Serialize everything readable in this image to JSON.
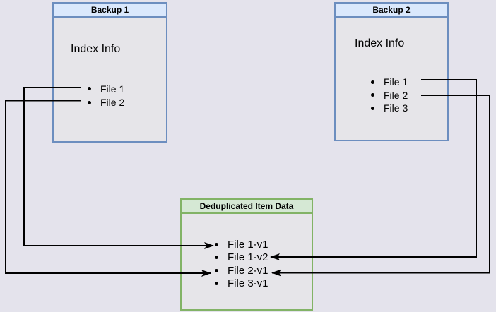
{
  "canvas": {
    "background": "#e4e3ec",
    "box_body_fill": "#e6e5e9",
    "connector_color": "#000000"
  },
  "boxes": {
    "backup1": {
      "title": "Backup 1",
      "subtitle": "Index Info",
      "items": [
        "File 1",
        "File 2"
      ],
      "header_fill": "#dae8fc",
      "border_color": "#6c8ebf"
    },
    "backup2": {
      "title": "Backup 2",
      "subtitle": "Index Info",
      "items": [
        "File 1",
        "File 2",
        "File 3"
      ],
      "header_fill": "#dae8fc",
      "border_color": "#6c8ebf"
    },
    "dedup": {
      "title": "Deduplicated Item Data",
      "items": [
        "File 1-v1",
        "File 1-v2",
        "File 2-v1",
        "File 3-v1"
      ],
      "header_fill": "#d5e8d4",
      "border_color": "#82b366"
    }
  },
  "connections": [
    {
      "from": "Backup 1 / File 1",
      "to": "Deduplicated Item Data / File 1-v1"
    },
    {
      "from": "Backup 1 / File 2",
      "to": "Deduplicated Item Data / File 2-v1"
    },
    {
      "from": "Backup 2 / File 1",
      "to": "Deduplicated Item Data / File 1-v2"
    },
    {
      "from": "Backup 2 / File 2",
      "to": "Deduplicated Item Data / File 2-v1"
    }
  ]
}
